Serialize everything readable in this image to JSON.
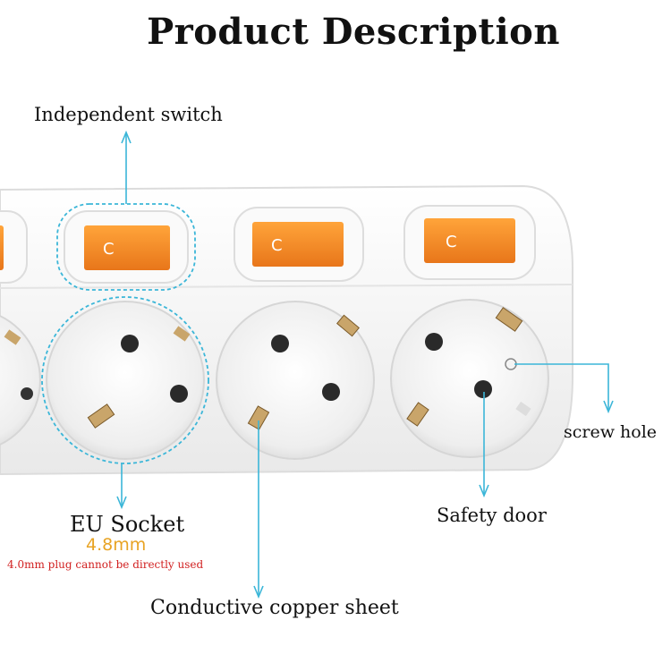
{
  "title": "Product Description",
  "labels": {
    "switch": "Independent switch",
    "screw_hole": "screw hole",
    "safety_door": "Safety door",
    "copper_sheet": "Conductive copper sheet",
    "eu_socket": "EU Socket",
    "socket_size": "4.8mm",
    "warning": "4.0mm plug cannot be directly used"
  },
  "switch_glyph": "C",
  "colors": {
    "switch_orange": "#f58a1f",
    "callout_blue": "#3bb6d8",
    "warning_red": "#d11f1f",
    "size_gold": "#e8a323",
    "copper": "#c9a56a"
  }
}
